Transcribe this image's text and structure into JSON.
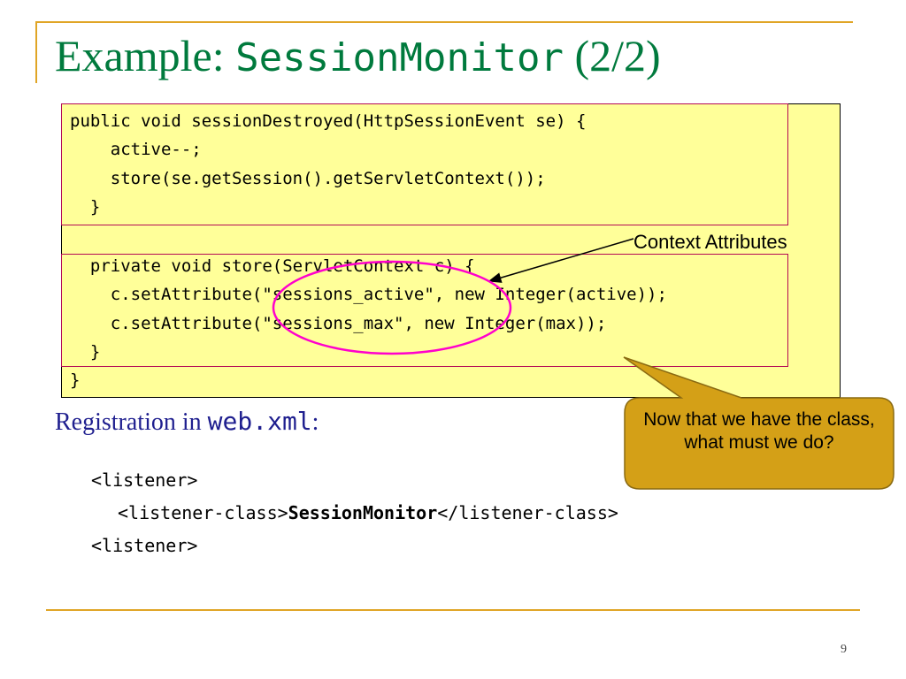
{
  "slide": {
    "title_prefix": "Example: ",
    "title_code": "SessionMonitor",
    "title_suffix": " (2/2)",
    "page_number": "9"
  },
  "code": {
    "block1": [
      "public void sessionDestroyed(HttpSessionEvent se) {",
      "    active--;",
      "    store(se.getSession().getServletContext());",
      "  }"
    ],
    "block2": [
      "  private void store(ServletContext c) {",
      "    c.setAttribute(\"sessions_active\", new Integer(active));",
      "    c.setAttribute(\"sessions_max\", new Integer(max));",
      "  }"
    ],
    "closing": "}"
  },
  "annotations": {
    "context_label": "Context Attributes",
    "bubble_text": "Now that we have the class, what must we do?"
  },
  "registration": {
    "prefix": "Registration in ",
    "code": "web.xml",
    "suffix": ":",
    "lines": {
      "open": "<listener>",
      "class_open": "<listener-class>",
      "class_name": "SessionMonitor",
      "class_close": "</listener-class>",
      "close": "<listener>"
    }
  },
  "colors": {
    "title": "#007a3d",
    "accent_frame": "#e0a526",
    "code_background": "#ffff99",
    "method_box_border": "#b40a55",
    "highlight_ellipse": "#ff00cc",
    "bubble_fill": "#d4a017",
    "registration_text": "#1f1f8f"
  }
}
